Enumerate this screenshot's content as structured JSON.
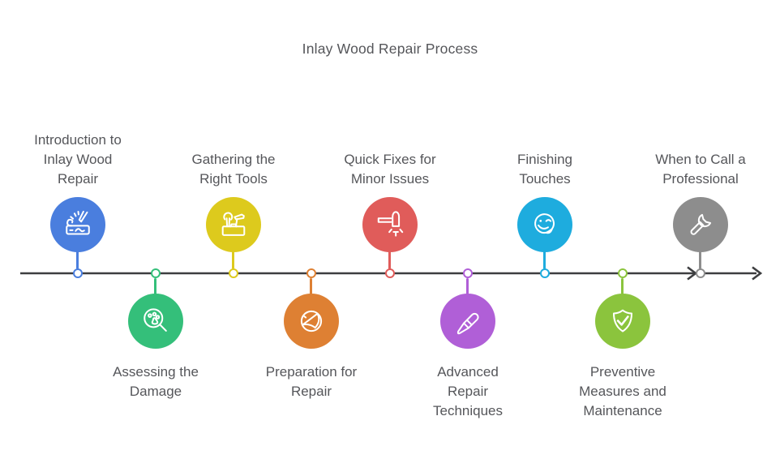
{
  "title": "Inlay Wood Repair Process",
  "colors": {
    "background": "#ffffff",
    "timeline_line": "#3d3e40",
    "label_text": "#55565a"
  },
  "steps": [
    {
      "label": "Introduction to\nInlay Wood\nRepair",
      "position": "above",
      "color": "#4a7ede",
      "icon": "wood-carving-icon"
    },
    {
      "label": "Assessing the\nDamage",
      "position": "below",
      "color": "#34bf7a",
      "icon": "magnifier-inspection-icon"
    },
    {
      "label": "Gathering the\nRight Tools",
      "position": "above",
      "color": "#ddca1d",
      "icon": "toolbox-icon"
    },
    {
      "label": "Preparation for\nRepair",
      "position": "below",
      "color": "#de8033",
      "icon": "sanding-disc-icon"
    },
    {
      "label": "Quick Fixes for\nMinor Issues",
      "position": "above",
      "color": "#e05c5a",
      "icon": "mallet-icon"
    },
    {
      "label": "Advanced\nRepair\nTechniques",
      "position": "below",
      "color": "#b05fd7",
      "icon": "chisel-icon"
    },
    {
      "label": "Finishing\nTouches",
      "position": "above",
      "color": "#1eacde",
      "icon": "sticker-smiley-icon"
    },
    {
      "label": "Preventive\nMeasures and\nMaintenance",
      "position": "below",
      "color": "#8bc43d",
      "icon": "shield-check-icon"
    },
    {
      "label": "When to Call a\nProfessional",
      "position": "above",
      "color": "#8d8d8d",
      "icon": "wrench-icon"
    }
  ]
}
